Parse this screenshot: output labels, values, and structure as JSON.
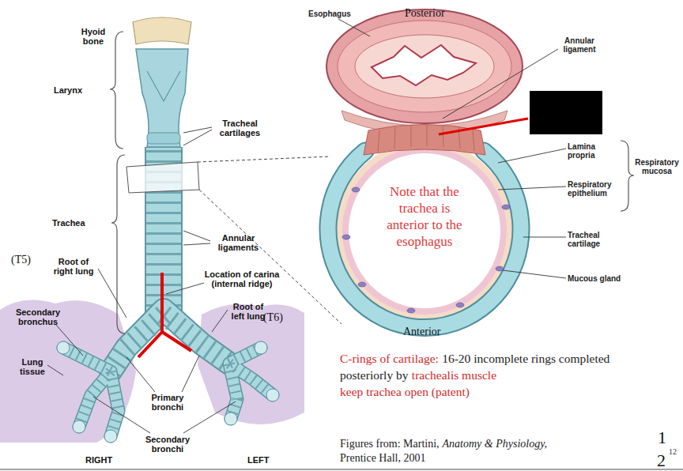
{
  "diagram": {
    "labels": [
      "Hyoid bone",
      "Larynx",
      "Tracheal cartilages",
      "Trachea",
      "Annular ligaments",
      "(T5)",
      "Root of right lung",
      "Location of carina (internal ridge)",
      "Root of left lung",
      "(T6)",
      "Secondary bronchus",
      "Lung tissue",
      "Primary bronchi",
      "Secondary bronchi",
      "RIGHT",
      "LEFT",
      "Esophagus",
      "Posterior",
      "Annular ligament",
      "Lamina propria",
      "Respiratory epithelium",
      "Respiratory mucosa",
      "Note that the trachea is anterior to the esophagus",
      "Tracheal cartilage",
      "Mucous gland",
      "Anterior",
      "C-rings of cartilage:",
      "16-20 incomplete rings completed posteriorly by",
      "trachealis muscle",
      "keep trachea open (patent)",
      "Figures from: Martini,",
      "Anatomy & Physiology,",
      "Prentice Hall, 2001",
      "1",
      "2",
      "12"
    ]
  }
}
